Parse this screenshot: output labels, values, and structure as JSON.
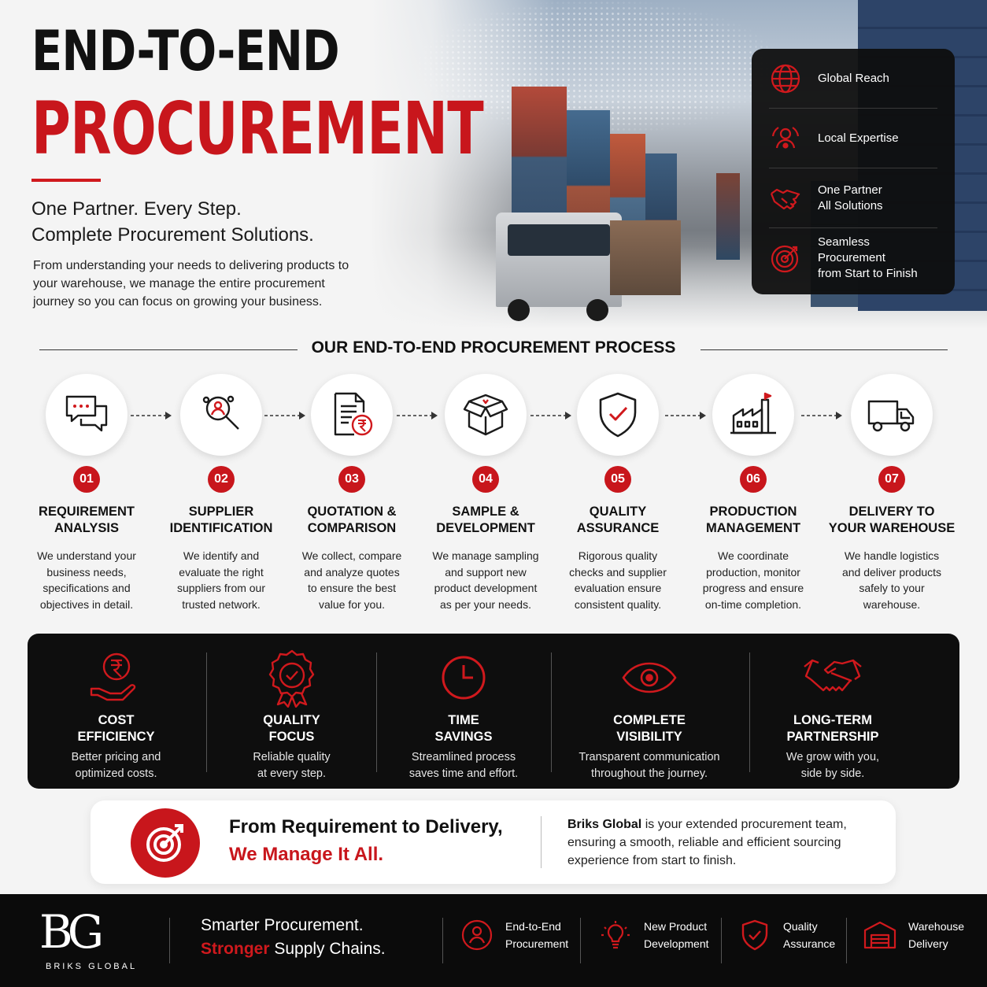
{
  "hero": {
    "title_line1": "END-TO-END",
    "title_line2": "PROCUREMENT",
    "subtitle_line1": "One Partner. Every Step.",
    "subtitle_line2": "Complete Procurement Solutions.",
    "intro": "From understanding your needs to delivering products to your warehouse, we manage the entire procurement journey so you can focus on growing your business."
  },
  "features": [
    {
      "icon": "globe-icon",
      "line1": "Global Reach",
      "line2": ""
    },
    {
      "icon": "expert-icon",
      "line1": "Local Expertise",
      "line2": ""
    },
    {
      "icon": "handshake-icon",
      "line1": "One Partner",
      "line2": "All Solutions"
    },
    {
      "icon": "target-icon",
      "line1": "Seamless Procurement",
      "line2": "from Start to Finish"
    }
  ],
  "process": {
    "title": "OUR END-TO-END PROCUREMENT PROCESS",
    "steps": [
      {
        "num": "01",
        "icon": "chat-bubbles-icon",
        "title1": "REQUIREMENT",
        "title2": "ANALYSIS",
        "desc": [
          "We understand your",
          "business needs,",
          "specifications and",
          "objectives in detail."
        ]
      },
      {
        "num": "02",
        "icon": "supplier-search-icon",
        "title1": "SUPPLIER",
        "title2": "IDENTIFICATION",
        "desc": [
          "We identify and",
          "evaluate the right",
          "suppliers from our",
          "trusted network."
        ]
      },
      {
        "num": "03",
        "icon": "quotation-document-icon",
        "title1": "QUOTATION &",
        "title2": "COMPARISON",
        "desc": [
          "We collect, compare",
          "and analyze quotes",
          "to ensure the best",
          "value for you."
        ]
      },
      {
        "num": "04",
        "icon": "open-box-icon",
        "title1": "SAMPLE &",
        "title2": "DEVELOPMENT",
        "desc": [
          "We manage sampling",
          "and support new",
          "product development",
          "as per your needs."
        ]
      },
      {
        "num": "05",
        "icon": "shield-check-icon",
        "title1": "QUALITY",
        "title2": "ASSURANCE",
        "desc": [
          "Rigorous quality",
          "checks and supplier",
          "evaluation ensure",
          "consistent quality."
        ]
      },
      {
        "num": "06",
        "icon": "factory-icon",
        "title1": "PRODUCTION",
        "title2": "MANAGEMENT",
        "desc": [
          "We coordinate",
          "production, monitor",
          "progress and ensure",
          "on-time completion."
        ]
      },
      {
        "num": "07",
        "icon": "delivery-truck-icon",
        "title1": "DELIVERY TO",
        "title2": "YOUR WAREHOUSE",
        "desc": [
          "We handle logistics",
          "and deliver products",
          "safely to your",
          "warehouse."
        ]
      }
    ]
  },
  "benefits": [
    {
      "icon": "rupee-hand-icon",
      "title1": "COST",
      "title2": "EFFICIENCY",
      "desc1": "Better pricing and",
      "desc2": "optimized costs."
    },
    {
      "icon": "quality-badge-icon",
      "title1": "QUALITY",
      "title2": "FOCUS",
      "desc1": "Reliable quality",
      "desc2": "at every step."
    },
    {
      "icon": "clock-icon",
      "title1": "TIME",
      "title2": "SAVINGS",
      "desc1": "Streamlined process",
      "desc2": "saves time and effort."
    },
    {
      "icon": "eye-icon",
      "title1": "COMPLETE",
      "title2": "VISIBILITY",
      "desc1": "Transparent communication",
      "desc2": "throughout the journey."
    },
    {
      "icon": "handshake-icon",
      "title1": "LONG-TERM",
      "title2": "PARTNERSHIP",
      "desc1": "We grow with you,",
      "desc2": "side by side."
    }
  ],
  "summary": {
    "headline1": "From Requirement to Delivery,",
    "headline2": "We Manage It All.",
    "brand": "Briks Global",
    "text": " is your extended procurement team, ensuring a smooth, reliable and efficient sourcing experience from start to finish."
  },
  "footer": {
    "logo_mark": "BG",
    "logo_text": "BRIKS GLOBAL",
    "tagline1": "Smarter Procurement.",
    "tagline2_red": "Stronger",
    "tagline2_rest": " Supply Chains.",
    "items": [
      {
        "icon": "person-circle-icon",
        "line1": "End-to-End",
        "line2": "Procurement"
      },
      {
        "icon": "lightbulb-icon",
        "line1": "New Product",
        "line2": "Development"
      },
      {
        "icon": "shield-check-icon",
        "line1": "Quality",
        "line2": "Assurance"
      },
      {
        "icon": "warehouse-icon",
        "line1": "Warehouse",
        "line2": "Delivery"
      }
    ]
  },
  "colors": {
    "accent": "#c8161c",
    "dark": "#0e0e0e",
    "background": "#f4f4f4"
  }
}
